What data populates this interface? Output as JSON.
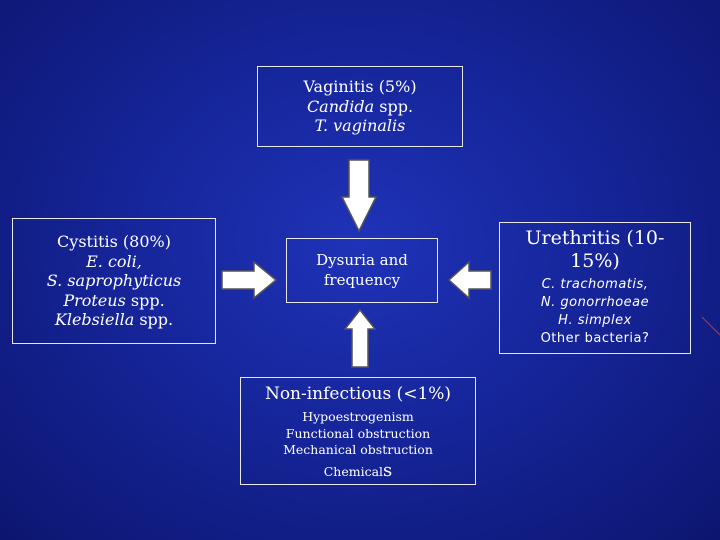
{
  "vaginitis": {
    "title": "Vaginitis (5%)",
    "line1_italic": "Candida",
    "line1_rest": " spp.",
    "line2": "T. vaginalis"
  },
  "cystitis": {
    "title": "Cystitis (80%)",
    "line1": "E. coli,",
    "line2": "S. saprophyticus",
    "line3_italic": "Proteus",
    "line3_rest": " spp.",
    "line4_italic": "Klebsiella",
    "line4_rest": " spp."
  },
  "center": {
    "line1": "Dysuria and",
    "line2": "frequency"
  },
  "urethritis": {
    "title_line1": "Urethritis (10-",
    "title_line2": "15%)",
    "line1": "C. trachomatis,",
    "line2": "N. gonorrhoeae",
    "line3": "H. simplex",
    "line4": "Other bacteria?"
  },
  "noninfectious": {
    "title": "Non-infectious (<1%)",
    "line1": "Hypoestrogenism",
    "line2": "Functional obstruction",
    "line3": "Mechanical obstruction",
    "line4_main": "Chemical",
    "line4_end": "s"
  },
  "colors": {
    "background": "#16259a",
    "arrow_fill": "#ffffff",
    "arrow_stroke": "#555555",
    "text": "#ffffff"
  }
}
